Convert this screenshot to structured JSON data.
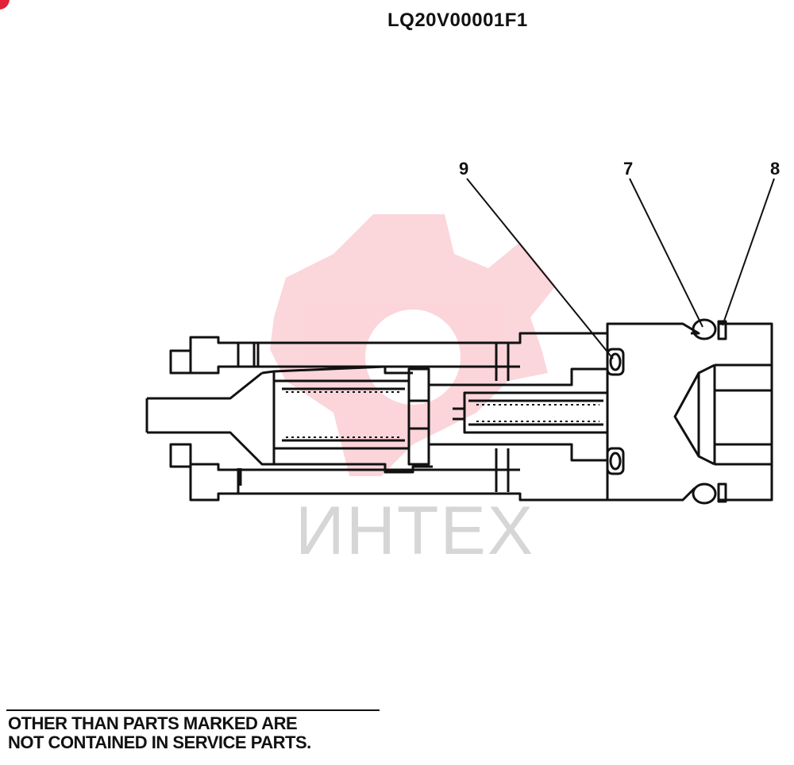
{
  "drawing": {
    "title": "LQ20V00001F1",
    "callouts": [
      {
        "id": "callout-9",
        "label": "9"
      },
      {
        "id": "callout-7",
        "label": "7"
      },
      {
        "id": "callout-8",
        "label": "8"
      }
    ],
    "note_line1": "OTHER THAN PARTS MARKED ARE",
    "note_line2": "NOT CONTAINED IN SERVICE PARTS."
  },
  "watermark": {
    "text": "ИНТЕХ",
    "color": "#f26d7d"
  },
  "colors": {
    "line": "#111111",
    "watermark_gray": "#d6d6d6",
    "corner_red": "#e2203a"
  }
}
